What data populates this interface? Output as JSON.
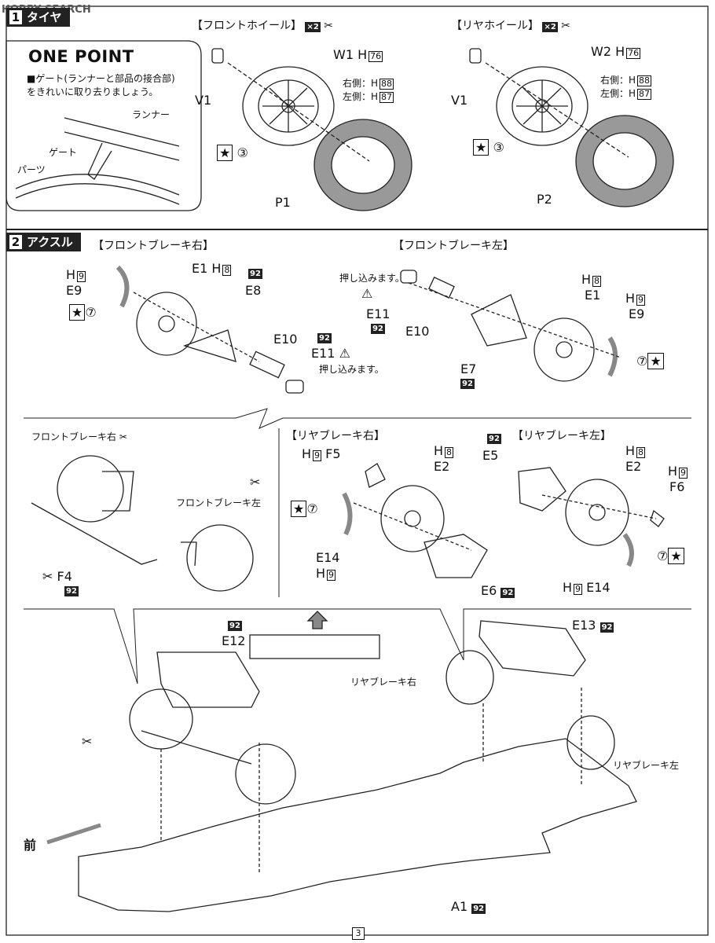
{
  "watermark": "HOBBY SEARCH",
  "section1": {
    "num": "1",
    "title": "タイヤ"
  },
  "section2": {
    "num": "2",
    "title": "アクスル"
  },
  "onepoint": {
    "title": "ONE POINT",
    "note_line1": "■ゲート(ランナーと部品の接合部)",
    "note_line2": "をきれいに取り去りましょう。",
    "runner": "ランナー",
    "gate": "ゲート",
    "parts": "パーツ"
  },
  "front_wheel": {
    "title": "【フロントホイール】",
    "qty": "×2",
    "v": "V1",
    "w": "W1",
    "w_color": "76",
    "right_label": "右側：H",
    "right_color": "88",
    "left_label": "左側：H",
    "left_color": "87",
    "step": "③",
    "tire": "P1"
  },
  "rear_wheel": {
    "title": "【リヤホイール】",
    "qty": "×2",
    "v": "V1",
    "w": "W2",
    "w_color": "76",
    "right_label": "右側：H",
    "right_color": "88",
    "left_label": "左側：H",
    "left_color": "87",
    "step": "③",
    "tire": "P2"
  },
  "front_brake_right": {
    "title": "【フロントブレーキ右】",
    "e9": "E9",
    "h9": "9",
    "e1": "E1",
    "h8": "8",
    "e8": "E8",
    "c92": "92",
    "e10": "E10",
    "e11": "E11",
    "push": "押し込みます。",
    "step": "⑦"
  },
  "front_brake_left": {
    "title": "【フロントブレーキ左】",
    "push": "押し込みます。",
    "e11": "E11",
    "e10": "E10",
    "e7": "E7",
    "e1": "E1",
    "e9": "E9",
    "h8": "8",
    "h9": "9",
    "c92": "92",
    "step": "⑦"
  },
  "front_assy": {
    "right": "フロントブレーキ右",
    "left": "フロントブレーキ左",
    "f4": "F4",
    "c92": "92"
  },
  "rear_brake_right": {
    "title": "【リヤブレーキ右】",
    "f5": "F5",
    "h9": "9",
    "e2": "E2",
    "h8": "8",
    "e14": "E14",
    "e6": "E6",
    "c92": "92",
    "step": "⑦"
  },
  "rear_brake_left": {
    "title": "【リヤブレーキ左】",
    "e5": "E5",
    "h8": "8",
    "e2": "E2",
    "f6": "F6",
    "h9": "9",
    "e14": "E14",
    "c92": "92",
    "step": "⑦"
  },
  "chassis": {
    "e12": "E12",
    "e13": "E13",
    "c92": "92",
    "rear_right": "リヤブレーキ右",
    "rear_left": "リヤブレーキ左",
    "front": "前",
    "a1": "A1",
    "page": "3"
  }
}
